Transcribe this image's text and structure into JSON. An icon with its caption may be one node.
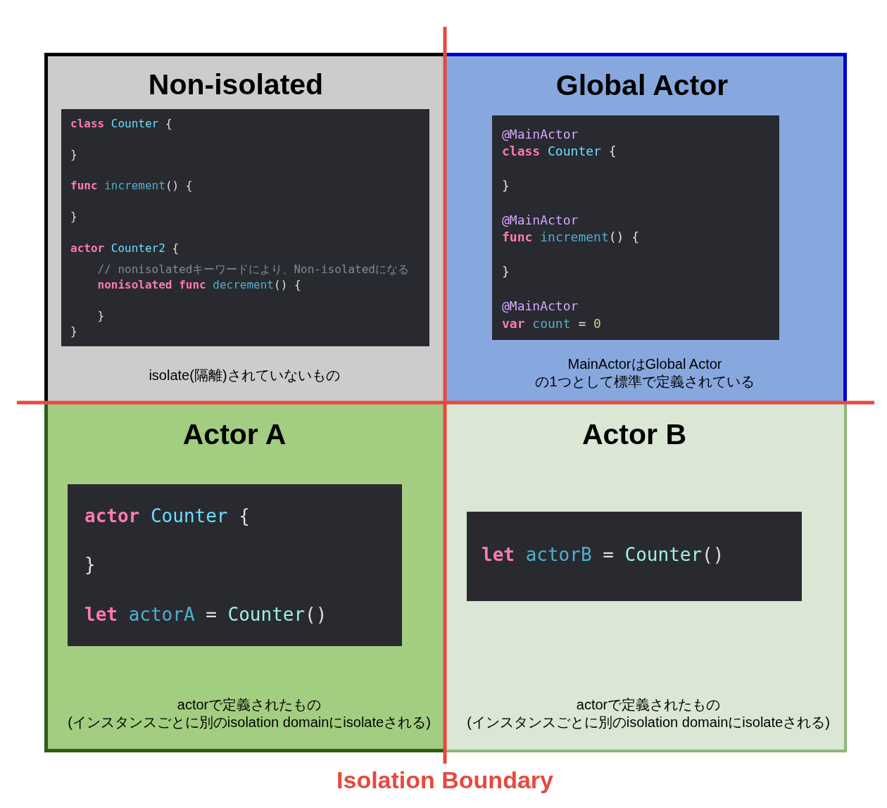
{
  "diagram": {
    "nodes": [
      {
        "text": [
          "Non-isolated",
          "isolate(隔離)されていないもの"
        ]
      },
      {
        "text": [
          "class Counter {",
          "}",
          "func increment() {",
          "}",
          "actor Counter2 {",
          "// nonisolatedキーワードにより、Non-isolatedになる",
          "nonisolated func decrement() {",
          "}",
          "}"
        ],
        "in": 0
      },
      {
        "text": [
          "Global Actor",
          "MainActorはGlobal Actorの1つとして標準で定義されている"
        ]
      },
      {
        "text": [
          "@MainActor",
          "class Counter {",
          "}",
          "@MainActor",
          "func increment() {",
          "}",
          "@MainActor",
          "var count = 0"
        ],
        "in": 2
      },
      {
        "text": [
          "Actor A",
          "actorで定義されたもの(インスタンスごとに別のisolation domainにisolateされる)"
        ]
      },
      {
        "text": [
          "actor Counter {",
          "}",
          "let actorA = Counter()"
        ],
        "in": 4
      },
      {
        "text": [
          "Actor B",
          "actorで定義されたもの(インスタンスごとに別のisolation domainにisolateされる)"
        ]
      },
      {
        "text": [
          "let actorB = Counter()"
        ],
        "in": 6
      }
    ],
    "labels": [
      "Isolation Boundary"
    ]
  }
}
